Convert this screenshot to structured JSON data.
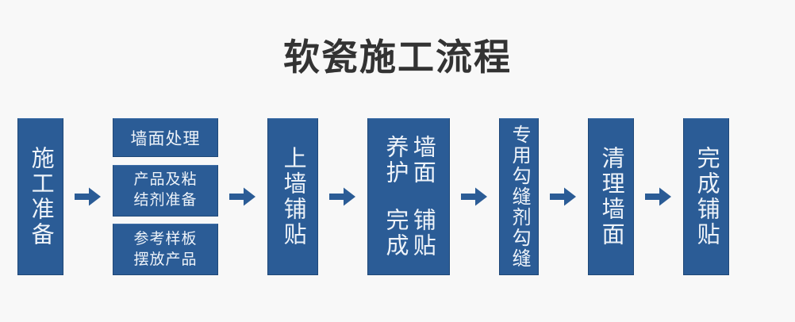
{
  "page": {
    "title": "软瓷施工流程",
    "background_color": "#f8f8f8",
    "title_color": "#333333",
    "accent_color": "#2b5c96",
    "border_color": "#1f4878",
    "text_color": "#eef3f9"
  },
  "flow": {
    "arrow_label": "arrow-right",
    "steps": [
      {
        "id": "step-1",
        "type": "vertical",
        "label": "施工准备"
      },
      {
        "id": "step-2",
        "type": "group",
        "items": [
          {
            "id": "step-2-a",
            "label": "墙面处理",
            "lines": [
              "墙面处理"
            ]
          },
          {
            "id": "step-2-b",
            "label": "产品及粘结剂准备",
            "lines": [
              "产品及粘",
              "结剂准备"
            ]
          },
          {
            "id": "step-2-c",
            "label": "参考样板摆放产品",
            "lines": [
              "参考样板",
              "摆放产品"
            ]
          }
        ]
      },
      {
        "id": "step-3",
        "type": "vertical",
        "label": "上墙铺贴"
      },
      {
        "id": "step-4",
        "type": "vertical-two-column",
        "label": "铺贴完成 墙面养护",
        "columns": [
          "墙面养护",
          "铺贴完成"
        ]
      },
      {
        "id": "step-5",
        "type": "vertical",
        "label": "专用勾缝剂勾缝"
      },
      {
        "id": "step-6",
        "type": "vertical",
        "label": "清理墙面"
      },
      {
        "id": "step-7",
        "type": "vertical",
        "label": "完成铺贴"
      }
    ]
  }
}
